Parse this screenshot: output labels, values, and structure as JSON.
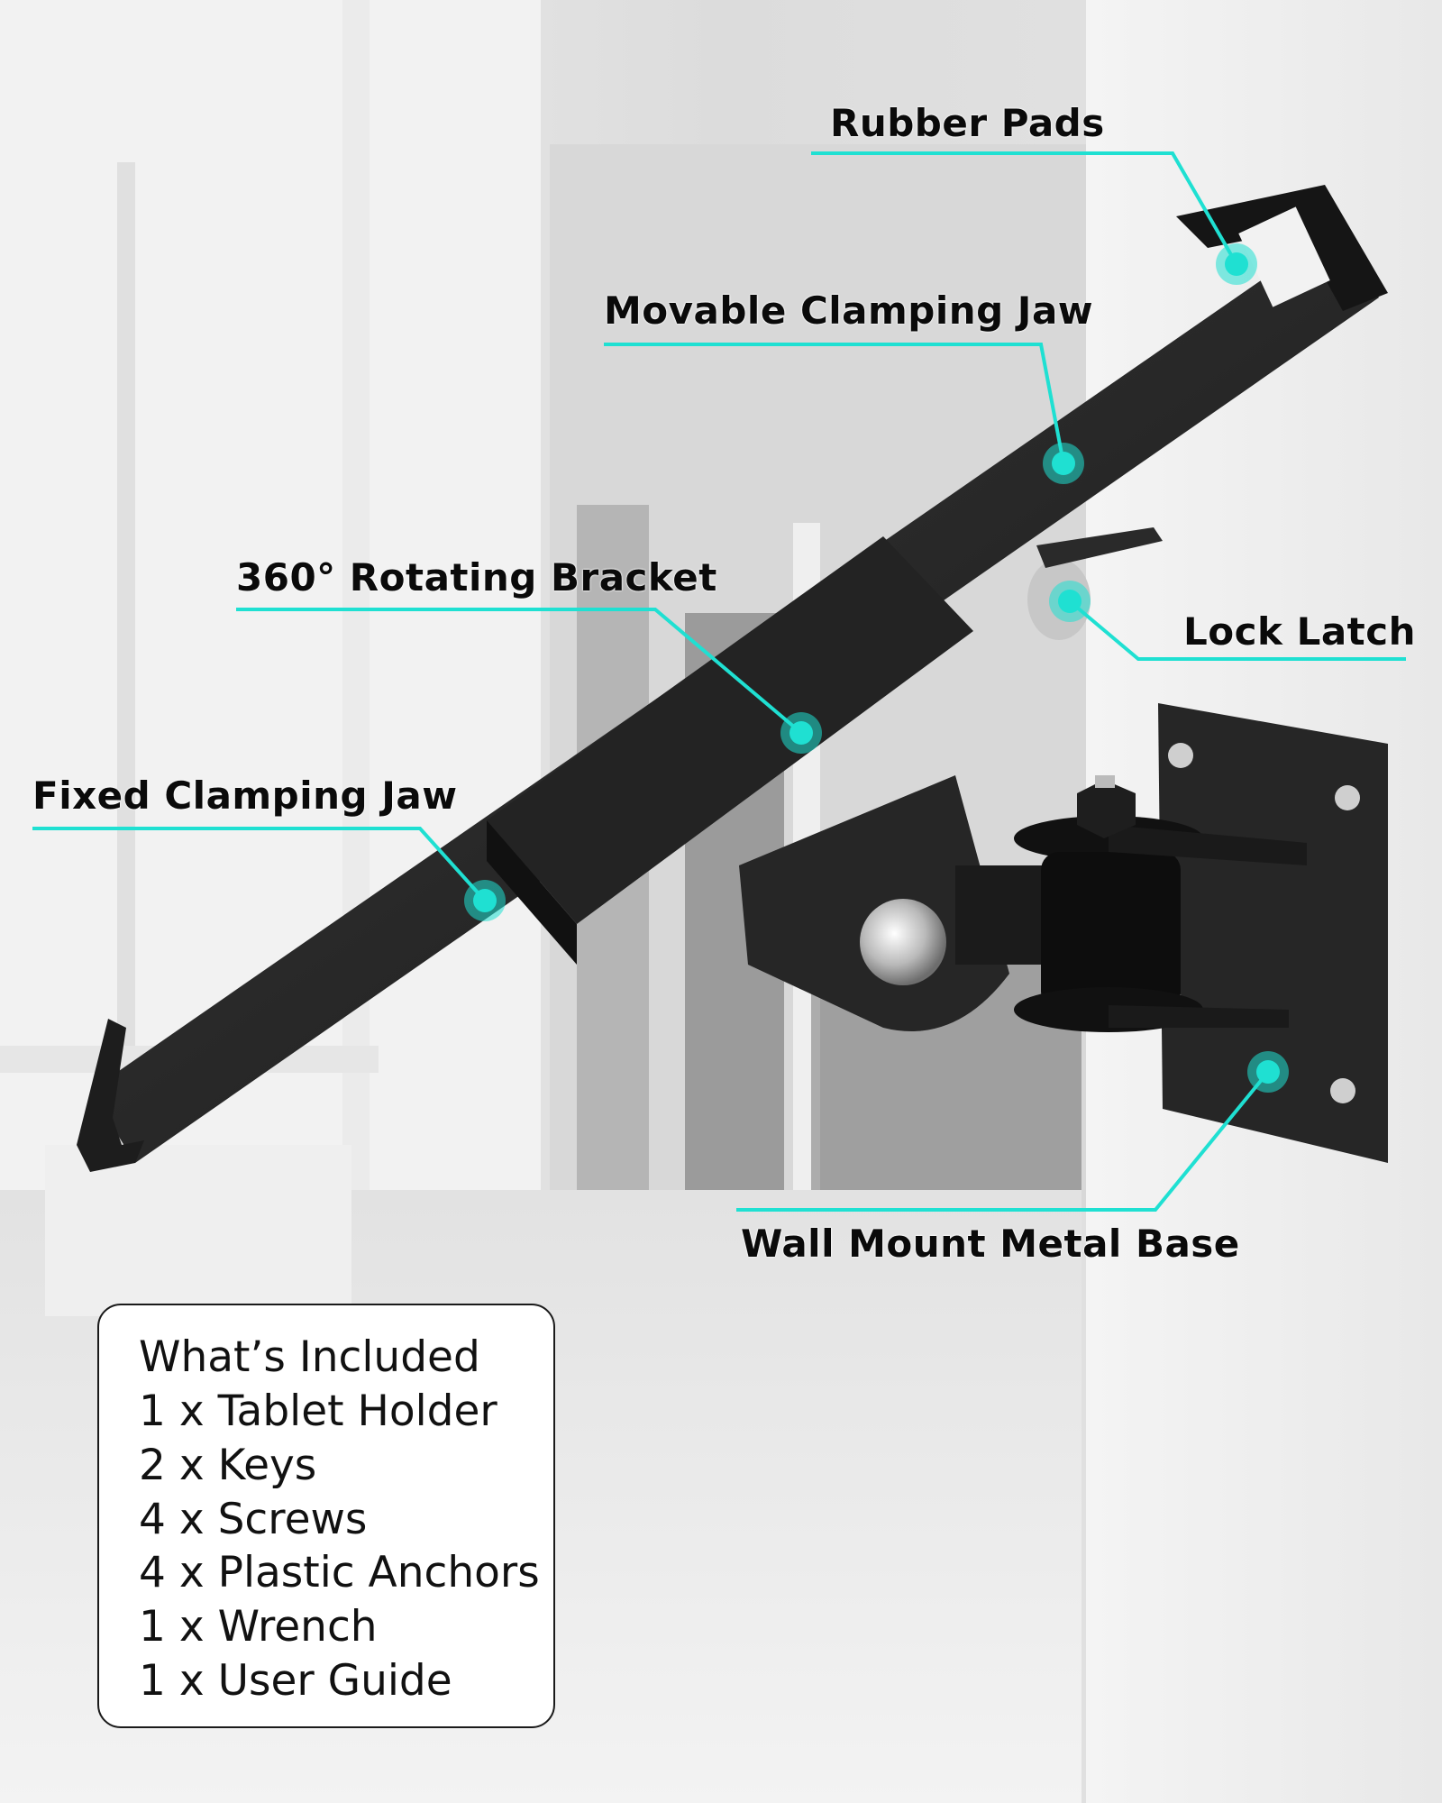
{
  "accent_color": "#1fe0d2",
  "callouts": [
    {
      "id": "rubber-pads",
      "label": "Rubber Pads"
    },
    {
      "id": "movable-clamping-jaw",
      "label": "Movable Clamping Jaw"
    },
    {
      "id": "rotating-bracket",
      "label": "360° Rotating Bracket"
    },
    {
      "id": "lock-latch",
      "label": "Lock Latch"
    },
    {
      "id": "fixed-clamping-jaw",
      "label": "Fixed Clamping Jaw"
    },
    {
      "id": "wall-mount-metal-base",
      "label": "Wall Mount Metal Base"
    }
  ],
  "included": {
    "title": "What’s Included",
    "items": [
      "1 x Tablet Holder",
      "2 x Keys",
      "4 x Screws",
      "4 x Plastic Anchors",
      "1 x Wrench",
      "1 x User Guide"
    ]
  }
}
